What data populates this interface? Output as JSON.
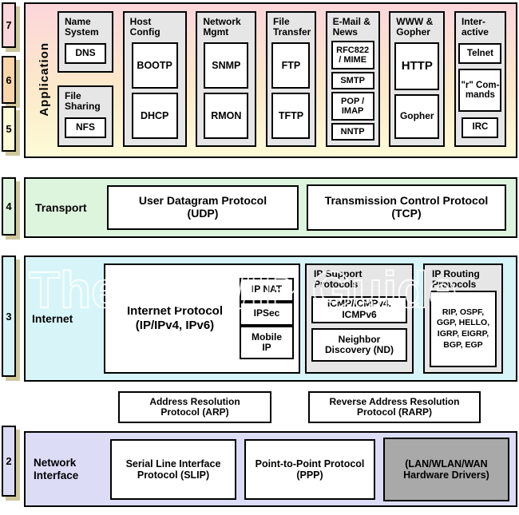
{
  "watermark": "The TCP/IP Guide",
  "layers": {
    "numbers": {
      "n7": "7",
      "n6": "6",
      "n5": "5",
      "n4": "4",
      "n3": "3",
      "n2": "2"
    }
  },
  "app": {
    "label": "Application",
    "name_system": {
      "heading": "Name\nSystem",
      "dns": "DNS"
    },
    "file_sharing": {
      "heading": "File\nSharing",
      "nfs": "NFS"
    },
    "host_config": {
      "heading": "Host\nConfig",
      "bootp": "BOOTP",
      "dhcp": "DHCP"
    },
    "network_mgmt": {
      "heading": "Network\nMgmt",
      "snmp": "SNMP",
      "rmon": "RMON"
    },
    "file_transfer": {
      "heading": "File\nTransfer",
      "ftp": "FTP",
      "tftp": "TFTP"
    },
    "email_news": {
      "heading": "E-Mail &\nNews",
      "rfc822": "RFC822\n/ MIME",
      "smtp": "SMTP",
      "pop": "POP /\nIMAP",
      "nntp": "NNTP"
    },
    "www_gopher": {
      "heading": "WWW &\nGopher",
      "http": "HTTP",
      "gopher": "Gopher"
    },
    "interactive": {
      "heading": "Inter-\nactive",
      "telnet": "Telnet",
      "r_commands": "\"r\" Com-\nmands",
      "irc": "IRC"
    }
  },
  "transport": {
    "label": "Transport",
    "udp": "User Datagram Protocol\n(UDP)",
    "tcp": "Transmission Control Protocol\n(TCP)"
  },
  "internet": {
    "label": "Internet",
    "ip": "Internet Protocol\n(IP/IPv4, IPv6)",
    "ip_nat": "IP NAT",
    "ipsec": "IPSec",
    "mobile_ip": "Mobile\nIP",
    "ip_support": {
      "heading": "IP Support\nProtocols",
      "icmp": "ICMP/ICMPv4,\nICMPv6",
      "nd": "Neighbor\nDiscovery (ND)"
    },
    "ip_routing": {
      "heading": "IP Routing\nProtocols",
      "list": "RIP, OSPF,\nGGP, HELLO,\nIGRP, EIGRP,\nBGP, EGP"
    }
  },
  "arp_row": {
    "arp": "Address Resolution\nProtocol (ARP)",
    "rarp": "Reverse Address Resolution\nProtocol (RARP)"
  },
  "network_interface": {
    "label": "Network\nInterface",
    "slip": "Serial Line Interface\nProtocol (SLIP)",
    "ppp": "Point-to-Point Protocol\n(PPP)",
    "hw": "(LAN/WLAN/WAN\nHardware Drivers)"
  },
  "colors": {
    "pink": "#fbd6db",
    "peach": "#fcd5ab",
    "paleyellow": "#fdfad6",
    "green": "#ddf5dd",
    "cyan": "#d7f5f8",
    "lavender": "#dcdcf7",
    "gray": "#e6e6e6",
    "darkgray": "#a9a9a9",
    "shadow": "#cfc79c",
    "border": "#000000"
  }
}
